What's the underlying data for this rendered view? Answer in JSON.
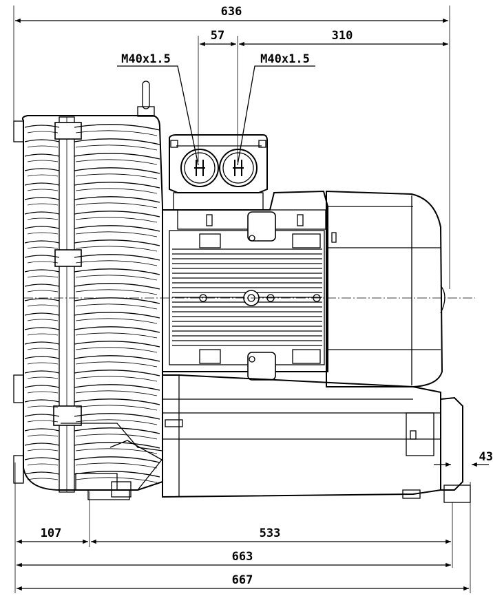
{
  "dimensions": {
    "overall_top": "636",
    "conduit_spacing": "57",
    "conduit_to_end": "310",
    "thread_left": "M40x1.5",
    "thread_right": "M40x1.5",
    "foot_offset": "43",
    "front_to_foot": "107",
    "foot_span": "533",
    "length_663": "663",
    "length_667": "667"
  }
}
